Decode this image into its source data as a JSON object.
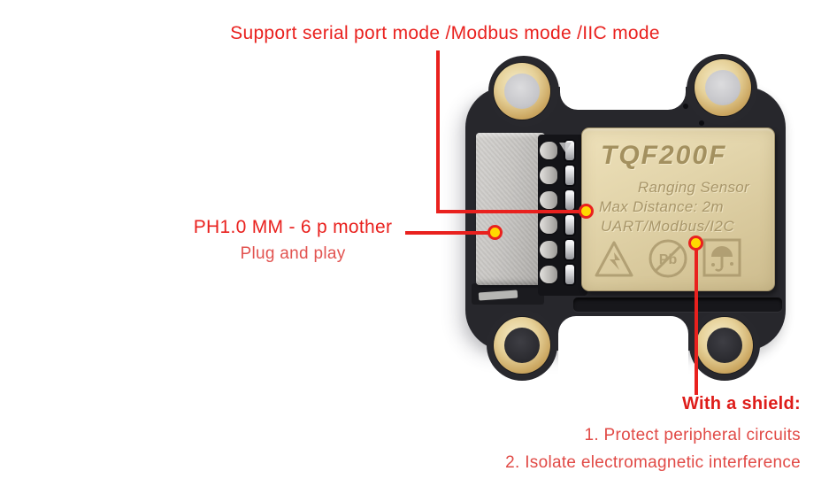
{
  "annotations": {
    "serial_modes": {
      "label": "Support serial port mode /Modbus mode /IIC mode"
    },
    "connector": {
      "label": "PH1.0 MM - 6 p mother",
      "sub_label": "Plug and play"
    },
    "shield_note": {
      "title": "With a shield:",
      "items": [
        "1. Protect peripheral circuits",
        "2. Isolate electromagnetic interference"
      ]
    }
  },
  "module": {
    "shield_text": {
      "model": "TQF200F",
      "type": "Ranging Sensor",
      "range": "Max Distance: 2m",
      "interfaces": "UART/Modbus/I2C"
    },
    "shield_icons": [
      "esd-warning-icon",
      "pb-free-icon",
      "keep-dry-icon"
    ],
    "pb_label": "Pb"
  },
  "colors": {
    "callout_red": "#e9211e",
    "callout_red_light": "#e25350",
    "dot_yellow": "#ffd900",
    "pcb_black": "#27272c",
    "shield_gold": "#ddcfa4",
    "shield_markings": "#a8966a",
    "pad_gold": "#caa55f",
    "connector_gray": "#c7c5c2"
  }
}
